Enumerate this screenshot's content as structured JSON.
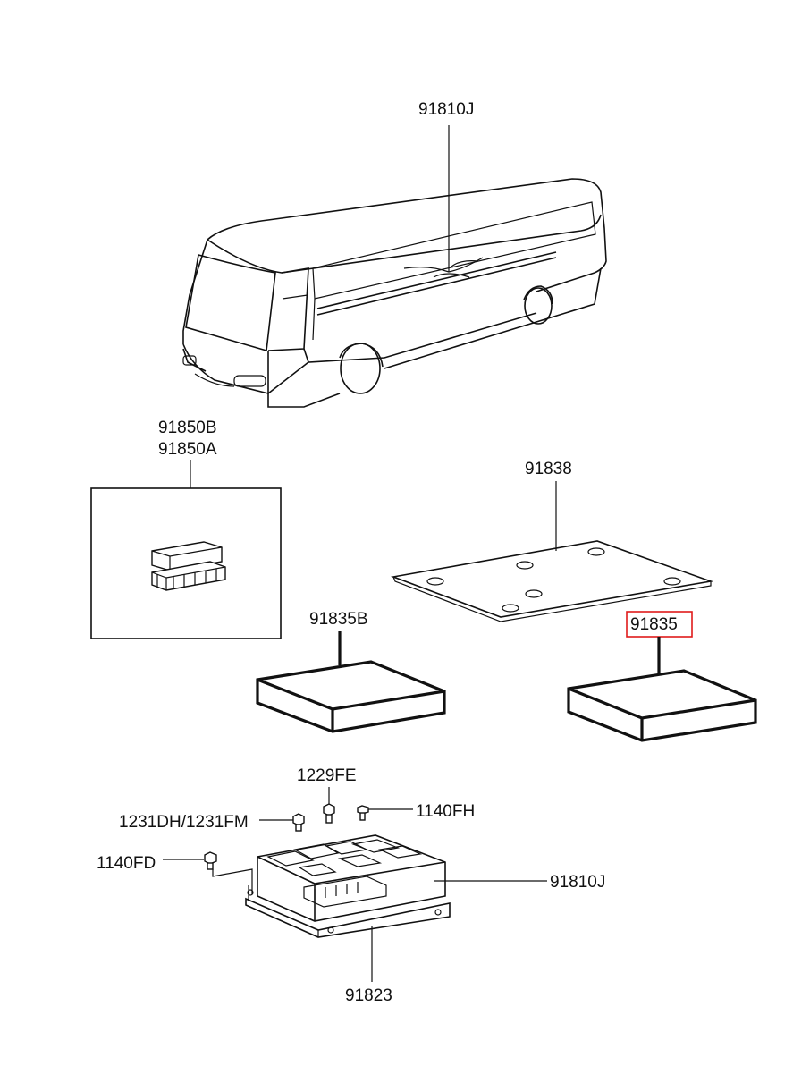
{
  "callouts": [
    {
      "id": "bus-wiring",
      "text": "91810J"
    },
    {
      "id": "relay-b",
      "text": "91850B"
    },
    {
      "id": "relay-a",
      "text": "91850A"
    },
    {
      "id": "gasket",
      "text": "91838"
    },
    {
      "id": "cover-b",
      "text": "91835B"
    },
    {
      "id": "cover",
      "text": "91835",
      "highlighted": true
    },
    {
      "id": "bolt-fe",
      "text": "1229FE"
    },
    {
      "id": "bolt-dh",
      "text": "1231DH/1231FM"
    },
    {
      "id": "bolt-fh",
      "text": "1140FH"
    },
    {
      "id": "bolt-fd",
      "text": "1140FD"
    },
    {
      "id": "junction-box",
      "text": "91810J"
    },
    {
      "id": "bracket",
      "text": "91823"
    }
  ],
  "colors": {
    "line": "#111111",
    "highlight": "#e01b1b",
    "background": "#ffffff"
  }
}
